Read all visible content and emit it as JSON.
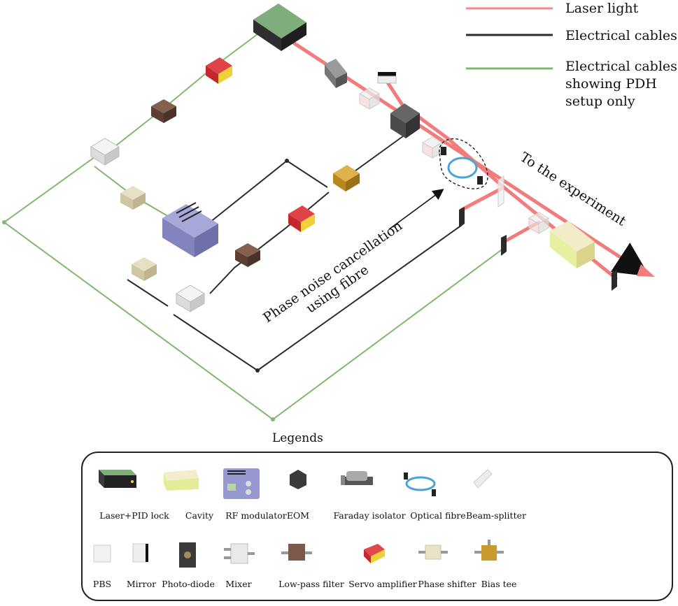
{
  "line_legend": [
    {
      "label": "Laser light",
      "color": "#f28b8b"
    },
    {
      "label": "Electrical cables",
      "color": "#2b2b2b"
    },
    {
      "label_lines": [
        "Electrical cables",
        "showing PDH",
        "setup only"
      ],
      "color": "#7fb86f"
    }
  ],
  "annotations": {
    "to_experiment": "To the experiment",
    "phase_noise_lines": [
      "Phase noise cancellation",
      "using fibre"
    ]
  },
  "legend": {
    "title": "Legends",
    "items": [
      {
        "label": "Laser+PID lock",
        "icon": "laser-pid-icon"
      },
      {
        "label": "Cavity",
        "icon": "cavity-icon"
      },
      {
        "label": "RF modulator",
        "icon": "rf-modulator-icon"
      },
      {
        "label": "EOM",
        "icon": "eom-icon"
      },
      {
        "label": "Faraday isolator",
        "icon": "faraday-isolator-icon"
      },
      {
        "label": "Optical fibre",
        "icon": "optical-fibre-icon"
      },
      {
        "label": "Beam-splitter",
        "icon": "beam-splitter-icon"
      },
      {
        "label": "PBS",
        "icon": "pbs-icon"
      },
      {
        "label": "Mirror",
        "icon": "mirror-icon"
      },
      {
        "label": "Photo-diode",
        "icon": "photo-diode-icon"
      },
      {
        "label": "Mixer",
        "icon": "mixer-icon"
      },
      {
        "label": "Low-pass filter",
        "icon": "low-pass-filter-icon"
      },
      {
        "label": "Servo amplifier",
        "icon": "servo-amplifier-icon"
      },
      {
        "label": "Phase shifter",
        "icon": "phase-shifter-icon"
      },
      {
        "label": "Bias tee",
        "icon": "bias-tee-icon"
      }
    ]
  },
  "colors": {
    "laser": "#f27b7b",
    "cable": "#2b2b2b",
    "pdh_cable": "#7fb86f",
    "laser_box": "#7fae7c",
    "rf_modulator": "#8e8fc8",
    "cavity": "#ece3b8",
    "servo": "#d8363b",
    "low_pass": "#6b4a3e",
    "bias_tee": "#c99a2e",
    "fibre": "#4aa3d6"
  }
}
